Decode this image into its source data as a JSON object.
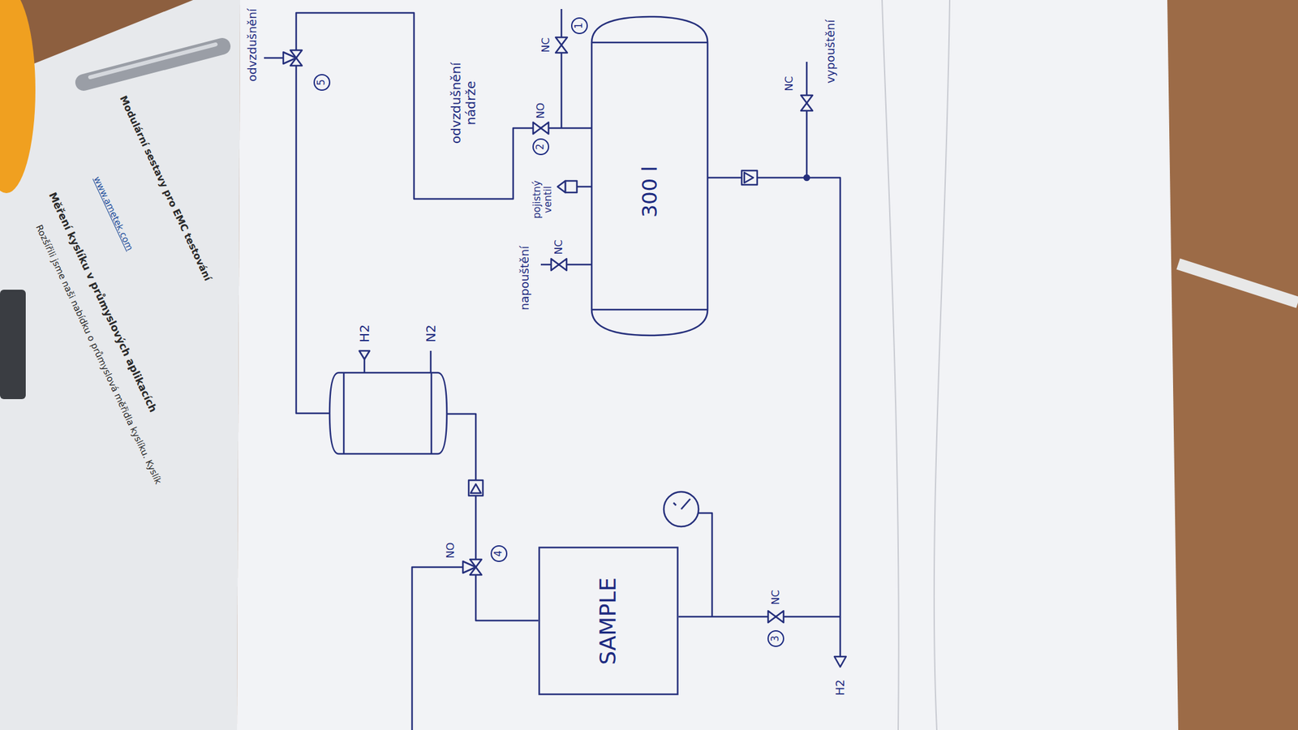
{
  "diagram": {
    "nodes": [
      {
        "text": [
          "300 l"
        ]
      },
      {
        "text": [
          "SAMPLE"
        ]
      },
      {
        "text": [
          "H2",
          "N2"
        ]
      }
    ],
    "edges": [
      {
        "from": 0,
        "to": 1,
        "arrow": "none"
      },
      {
        "from": 1,
        "to": 2,
        "arrow": "none"
      },
      {
        "from": 2,
        "to": 0,
        "arrow": "none"
      }
    ],
    "labels": [
      "Modulární sestavy pro EMC testování",
      "www.ametek.com",
      "Měření kyslíku v průmyslových aplikacích",
      "Rozšířili jsme naši nabídku o průmyslová měřidla kyslíku. Kyslík",
      "odvzdušnění",
      "5",
      "NC",
      "1",
      "NO",
      "2",
      "odvzdušnění nádrže",
      "pojistný ventil",
      "NC",
      "napouštění",
      "vypouštění",
      "NC",
      "NO",
      "4",
      "NC",
      "3",
      "H2"
    ]
  }
}
